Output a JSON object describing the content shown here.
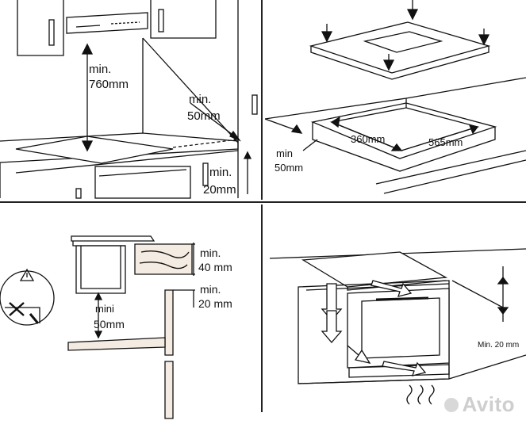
{
  "panel1": {
    "label_height_1": "min.",
    "label_height_2": "760mm",
    "label_side_1": "min.",
    "label_side_2": "50mm",
    "label_bottom_1": "min.",
    "label_bottom_2": "20mm"
  },
  "panel2": {
    "label_depth": "360mm",
    "label_width": "565mm",
    "label_edge_1": "min",
    "label_edge_2": "50mm"
  },
  "panel3": {
    "label_top_1": "min.",
    "label_top_2": "40 mm",
    "label_mid_1": "min.",
    "label_mid_2": "20 mm",
    "label_gap_1": "mini",
    "label_gap_2": "50mm"
  },
  "panel4": {
    "label_clearance": "Min. 20 mm"
  },
  "watermark": {
    "text": "Avito"
  }
}
